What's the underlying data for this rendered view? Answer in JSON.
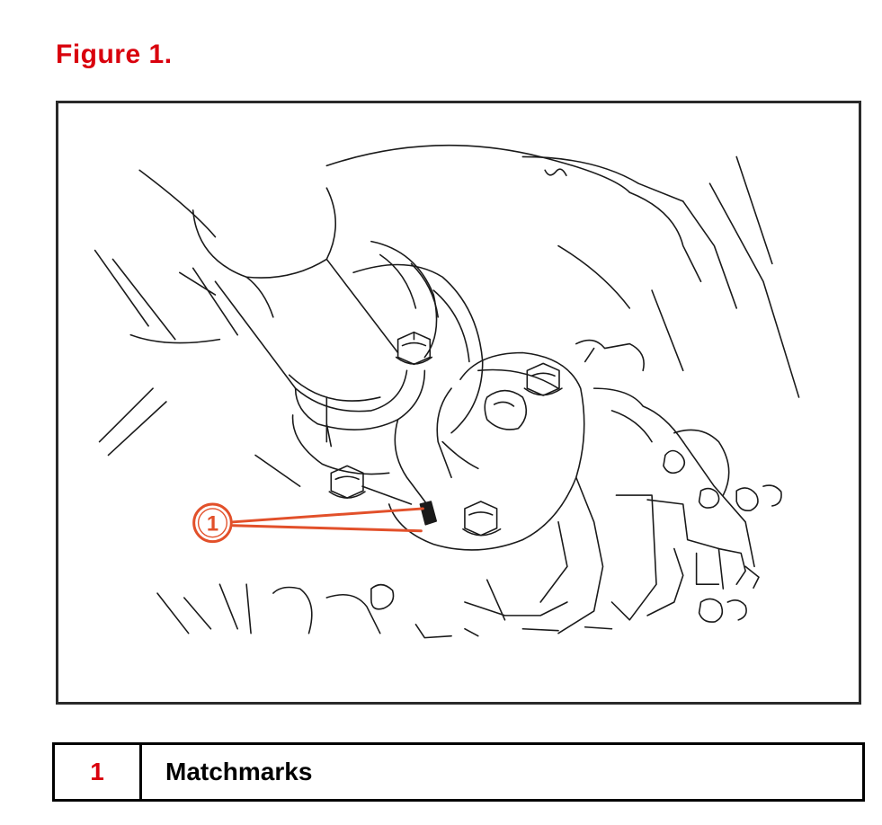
{
  "figure": {
    "title": "Figure 1.",
    "title_color": "#d9000d",
    "callout_color": "#e2502a",
    "line_color": "#1a1a1a"
  },
  "callouts": [
    {
      "number": "1"
    }
  ],
  "legend": {
    "rows": [
      {
        "number": "1",
        "label": "Matchmarks"
      }
    ]
  }
}
